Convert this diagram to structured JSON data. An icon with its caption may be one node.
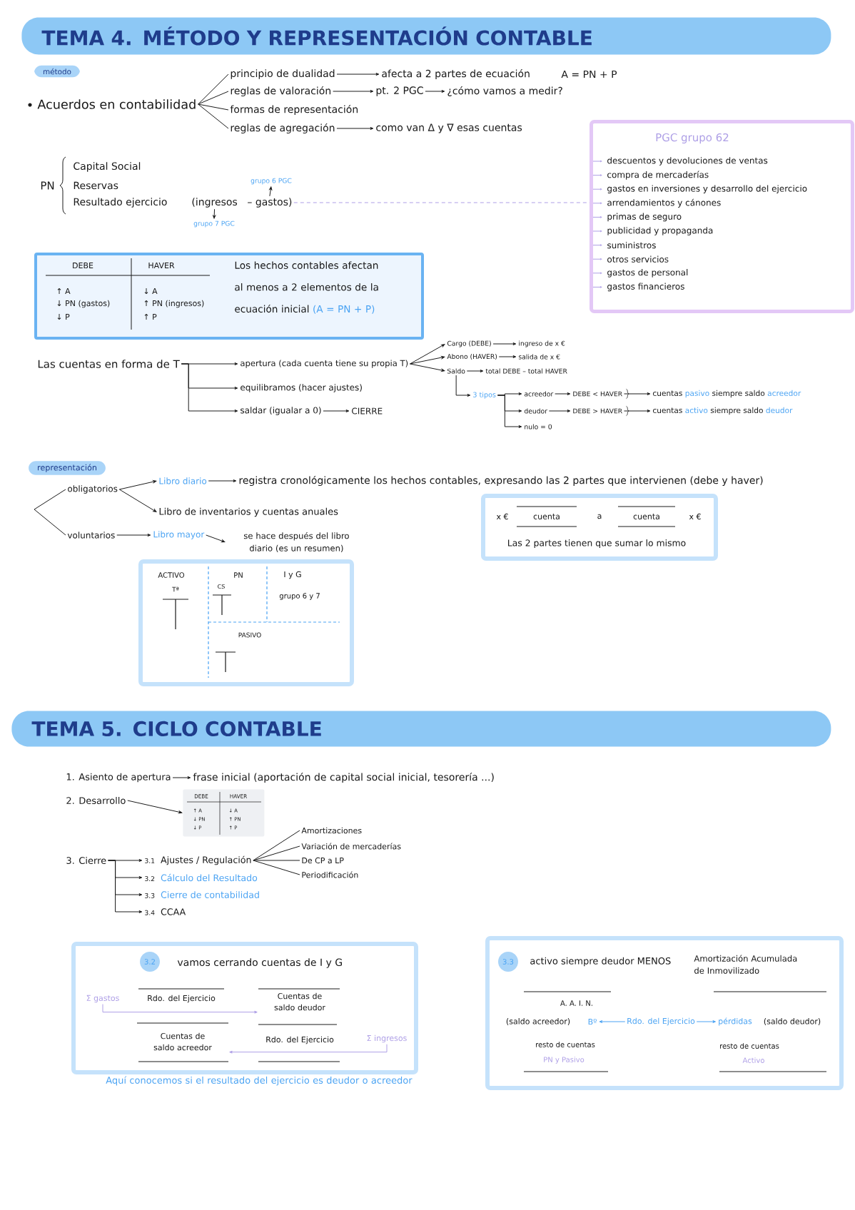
{
  "diagram": {
    "nodes": [
      {
        "text": [
          "TEMA 4. MÉTODO Y REPRESENTACIÓN CONTABLE"
        ]
      },
      {
        "text": [
          "método"
        ]
      },
      {
        "text": [
          "Acuerdos en contabilidad"
        ]
      },
      {
        "text": [
          "principio de dualidad"
        ]
      },
      {
        "text": [
          "afecta a 2 partes de ecuación"
        ]
      },
      {
        "text": [
          "reglas de valoración"
        ]
      },
      {
        "text": [
          "pt. 2 PGC"
        ]
      },
      {
        "text": [
          "¿cómo vamos a medir?"
        ]
      },
      {
        "text": [
          "formas de representación"
        ]
      },
      {
        "text": [
          "reglas de agregación"
        ]
      },
      {
        "text": [
          "como van Δ y ∇ esas cuentas"
        ]
      },
      {
        "text": [
          "(ingresos"
        ]
      },
      {
        "text": [
          "– gastos)"
        ]
      },
      {
        "text": [
          "grupo 6 PGC"
        ]
      },
      {
        "text": [
          "grupo 7 PGC"
        ]
      },
      {
        "text": [
          "PGC grupo 62",
          "descuentos y devoluciones de ventas",
          "compra de mercaderías",
          "gastos en inversiones y desarrollo del ejercicio",
          "arrendamientos y cánones",
          "primas de seguro",
          "publicidad y propaganda",
          "suministros",
          "otros servicios",
          "gastos de personal",
          "gastos financieros"
        ]
      },
      {
        "text": [
          "DEBE",
          "HAVER",
          "↑ A",
          "↓ PN (gastos)",
          "↓ P",
          "↓ A",
          "↑ PN (ingresos)",
          "↑ P",
          "Los hechos contables afectan al menos a 2 elementos de la ecuación inicial",
          "(A = PN + P)"
        ]
      },
      {
        "text": [
          "Las cuentas en forma de T"
        ]
      },
      {
        "text": [
          "apertura (cada cuenta tiene su propia T)"
        ]
      },
      {
        "text": [
          "equilibramos (hacer ajustes)"
        ]
      },
      {
        "text": [
          "saldar (igualar a 0)"
        ]
      },
      {
        "text": [
          "CIERRE"
        ]
      },
      {
        "text": [
          "Cargo (DEBE)"
        ]
      },
      {
        "text": [
          "ingreso de x €"
        ]
      },
      {
        "text": [
          "Abono (HAVER)"
        ]
      },
      {
        "text": [
          "salida de x €"
        ]
      },
      {
        "text": [
          "Saldo"
        ]
      },
      {
        "text": [
          "total DEBE – total HAVER"
        ]
      },
      {
        "text": [
          "3 tipos"
        ]
      },
      {
        "text": [
          "acreedor"
        ]
      },
      {
        "text": [
          "DEBE < HAVER"
        ]
      },
      {
        "text": [
          "deudor"
        ]
      },
      {
        "text": [
          "DEBE > HAVER"
        ]
      },
      {
        "text": [
          "nulo = 0"
        ]
      },
      {
        "text": [
          "cuentas",
          "pasivo",
          "siempre saldo",
          "acreedor"
        ]
      },
      {
        "text": [
          "cuentas",
          "activo",
          "siempre saldo",
          "deudor"
        ]
      },
      {
        "text": [
          "representación"
        ]
      },
      {
        "text": [
          "obligatorios"
        ]
      },
      {
        "text": [
          "voluntarios"
        ]
      },
      {
        "text": [
          "Libro diario"
        ]
      },
      {
        "text": [
          "registra cronológicamente los hechos contables, expresando las 2 partes que intervienen (debe y haver)"
        ]
      },
      {
        "text": [
          "Libro de inventarios y cuentas anuales"
        ]
      },
      {
        "text": [
          "Libro mayor"
        ]
      },
      {
        "text": [
          "se hace después del libro diario (es un resumen)"
        ]
      },
      {
        "text": [
          "x €",
          "cuenta",
          "a",
          "cuenta",
          "x €",
          "Las 2 partes tienen que sumar lo mismo"
        ]
      },
      {
        "text": [
          "ACTIVO",
          "Tª",
          "PN",
          "CS",
          "I y G",
          "grupo 6 y 7",
          "PASIVO"
        ]
      },
      {
        "text": [
          "TEMA 5. CICLO CONTABLE"
        ]
      },
      {
        "text": [
          "1. Asiento de apertura"
        ]
      },
      {
        "text": [
          "frase inicial (aportación de capital social inicial, tesorería ...)"
        ]
      },
      {
        "text": [
          "2. Desarrollo"
        ]
      },
      {
        "text": [
          "DEBE",
          "HAVER",
          "↑ A",
          "↓ PN",
          "↓ P",
          "↓ A",
          "↑ PN",
          "↑ P"
        ]
      },
      {
        "text": [
          "3. Cierre"
        ]
      },
      {
        "text": [
          "3.1",
          "Ajustes / Regulación"
        ]
      },
      {
        "text": [
          "3.2",
          "Cálculo del Resultado"
        ]
      },
      {
        "text": [
          "3.3",
          "Cierre de contabilidad"
        ]
      },
      {
        "text": [
          "3.4",
          "CCAA"
        ]
      },
      {
        "text": [
          "Amortizaciones"
        ]
      },
      {
        "text": [
          "Variación de mercaderías"
        ]
      },
      {
        "text": [
          "De CP a LP"
        ]
      },
      {
        "text": [
          "Periodificación"
        ]
      },
      {
        "text": [
          "vamos cerrando cuentas de I y G",
          "Rdo. del Ejercicio",
          "Rdo. del Ejercicio"
        ],
        "beside": [
          "Aquí conocemos si el resultado del ejercicio es deudor o acreedor"
        ]
      },
      {
        "text": [
          "3.2"
        ],
        "in": 60
      },
      {
        "text": [
          "Σ gastos"
        ],
        "in": 60
      },
      {
        "text": [
          "Cuentas de saldo deudor"
        ],
        "in": 60
      },
      {
        "text": [
          "Cuentas de saldo acreedor"
        ],
        "in": 60
      },
      {
        "text": [
          "Σ ingresos"
        ],
        "in": 60
      },
      {
        "text": [
          "activo siempre deudor MENOS",
          "Amortización Acumulada de Inmovilizado",
          "A. A. I. N.",
          "(saldo acreedor)",
          "(saldo deudor)",
          "resto de cuentas",
          "PN y Pasivo",
          "resto de cuentas",
          "Activo"
        ]
      },
      {
        "text": [
          "3.3"
        ],
        "in": 66
      },
      {
        "text": [
          "Bº"
        ],
        "in": 66
      },
      {
        "text": [
          "Rdo. del Ejercicio"
        ],
        "in": 66
      },
      {
        "text": [
          "pérdidas"
        ],
        "in": 66
      }
    ],
    "edges": [
      {
        "from": 2,
        "to": 3,
        "arrow": "none"
      },
      {
        "from": 2,
        "to": 5,
        "arrow": "none"
      },
      {
        "from": 2,
        "to": 8,
        "arrow": "none"
      },
      {
        "from": 2,
        "to": 9,
        "arrow": "none"
      },
      {
        "from": 3,
        "to": 4,
        "arrow": "to"
      },
      {
        "from": 5,
        "to": 6,
        "arrow": "to"
      },
      {
        "from": 6,
        "to": 7,
        "arrow": "to"
      },
      {
        "from": 9,
        "to": 10,
        "arrow": "to"
      },
      {
        "from": 11,
        "to": 14,
        "arrow": "to"
      },
      {
        "from": 12,
        "to": 13,
        "arrow": "to"
      },
      {
        "from": 12,
        "to": 15,
        "arrow": "none",
        "style": "dashed",
        "color": "#ae9fe6"
      },
      {
        "from": 17,
        "to": 18,
        "arrow": "to"
      },
      {
        "from": 17,
        "to": 19,
        "arrow": "to"
      },
      {
        "from": 17,
        "to": 20,
        "arrow": "to"
      },
      {
        "from": 20,
        "to": 21,
        "arrow": "to"
      },
      {
        "from": 18,
        "to": 22,
        "arrow": "to"
      },
      {
        "from": 18,
        "to": 24,
        "arrow": "to"
      },
      {
        "from": 18,
        "to": 26,
        "arrow": "to"
      },
      {
        "from": 22,
        "to": 23,
        "arrow": "to"
      },
      {
        "from": 24,
        "to": 25,
        "arrow": "to"
      },
      {
        "from": 26,
        "to": 27,
        "arrow": "to"
      },
      {
        "from": 26,
        "to": 28,
        "arrow": "to"
      },
      {
        "from": 28,
        "to": 29,
        "arrow": "to"
      },
      {
        "from": 28,
        "to": 31,
        "arrow": "to"
      },
      {
        "from": 28,
        "to": 33,
        "arrow": "to"
      },
      {
        "from": 29,
        "to": 30,
        "arrow": "to"
      },
      {
        "from": 31,
        "to": 32,
        "arrow": "to"
      },
      {
        "from": 30,
        "to": 34,
        "arrow": "to"
      },
      {
        "from": 32,
        "to": 35,
        "arrow": "to"
      },
      {
        "from": null,
        "to": 37,
        "arrow": "none"
      },
      {
        "from": null,
        "to": 38,
        "arrow": "none"
      },
      {
        "from": 37,
        "to": 39,
        "arrow": "to"
      },
      {
        "from": 37,
        "to": 41,
        "arrow": "to"
      },
      {
        "from": 39,
        "to": 40,
        "arrow": "to"
      },
      {
        "from": 38,
        "to": 42,
        "arrow": "to"
      },
      {
        "from": 42,
        "to": 43,
        "arrow": "to"
      },
      {
        "from": 47,
        "to": 48,
        "arrow": "to"
      },
      {
        "from": 49,
        "to": 50,
        "arrow": "to"
      },
      {
        "from": 51,
        "to": 52,
        "arrow": "to"
      },
      {
        "from": 51,
        "to": 53,
        "arrow": "to"
      },
      {
        "from": 51,
        "to": 54,
        "arrow": "to"
      },
      {
        "from": 51,
        "to": 55,
        "arrow": "to"
      },
      {
        "from": 52,
        "to": 56,
        "arrow": "none"
      },
      {
        "from": 52,
        "to": 57,
        "arrow": "none"
      },
      {
        "from": 52,
        "to": 58,
        "arrow": "none"
      },
      {
        "from": 52,
        "to": 59,
        "arrow": "none"
      },
      {
        "from": 62,
        "to": 63,
        "arrow": "to",
        "color": "#ae9fe6"
      },
      {
        "from": 65,
        "to": 64,
        "arrow": "to",
        "color": "#ae9fe6"
      },
      {
        "from": 69,
        "to": 68,
        "arrow": "to",
        "color": "#4aa3f3"
      },
      {
        "from": 69,
        "to": 70,
        "arrow": "to",
        "color": "#4aa3f3"
      }
    ],
    "labels": [
      "A = PN + P",
      "PN",
      "Capital Social",
      "Reservas",
      "Resultado ejercicio"
    ]
  }
}
